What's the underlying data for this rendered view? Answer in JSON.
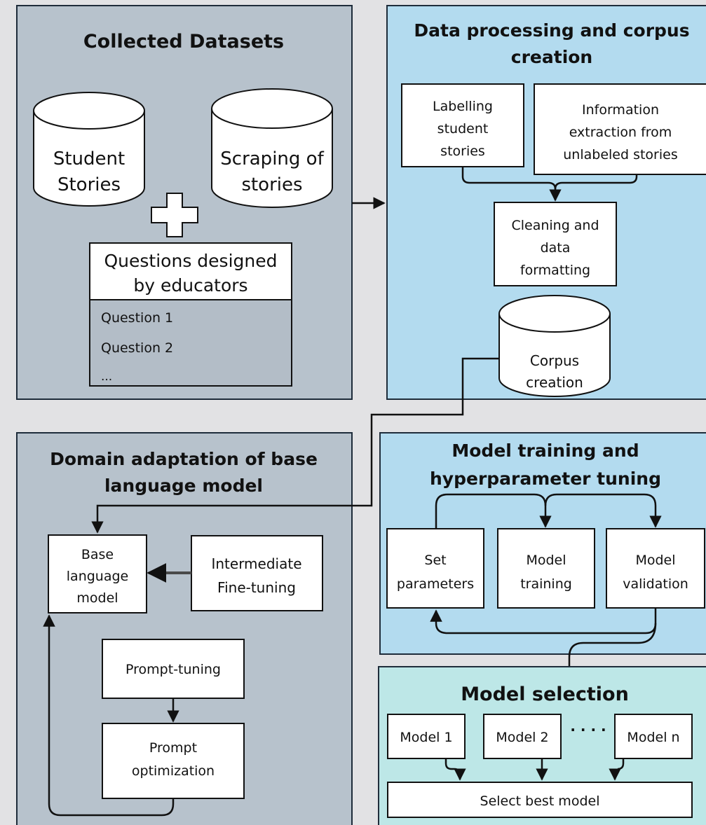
{
  "colors": {
    "panel_gray": "#b7c2cc",
    "panel_blue": "#b3dbef",
    "panel_teal": "#bde7e7",
    "border": "#1e2c3a",
    "box_fill": "#ffffff",
    "list_fill": "#b3bdc7",
    "backdrop": "#e2e2e4"
  },
  "collected": {
    "title": "Collected Datasets",
    "db1": [
      "Student",
      "Stories"
    ],
    "db2": [
      "Scraping of",
      "stories"
    ],
    "plus_icon": "plus-icon",
    "questions_header": [
      "Questions designed",
      "by educators"
    ],
    "question_items": [
      "Question 1",
      "Question 2",
      "..."
    ]
  },
  "processing": {
    "title": [
      "Data processing and corpus",
      "creation"
    ],
    "labelling": [
      "Labelling",
      "student",
      "stories"
    ],
    "extraction": [
      "Information",
      "extraction from",
      "unlabeled stories"
    ],
    "cleaning": [
      "Cleaning and",
      "data",
      "formatting"
    ],
    "corpus": [
      "Corpus",
      "creation"
    ]
  },
  "domain": {
    "title": [
      "Domain adaptation of base",
      "language model"
    ],
    "base": [
      "Base",
      "language",
      "model"
    ],
    "intermediate": [
      "Intermediate",
      "Fine-tuning"
    ],
    "prompt_tuning": "Prompt-tuning",
    "prompt_opt": [
      "Prompt",
      "optimization"
    ]
  },
  "training": {
    "title": [
      "Model training and",
      "hyperparameter tuning"
    ],
    "set_params": [
      "Set",
      "parameters"
    ],
    "model_training": [
      "Model",
      "training"
    ],
    "model_validation": [
      "Model",
      "validation"
    ]
  },
  "selection": {
    "title": "Model selection",
    "models": [
      "Model 1",
      "Model 2",
      "Model n"
    ],
    "dots": "· · · ·",
    "best": "Select best model"
  }
}
